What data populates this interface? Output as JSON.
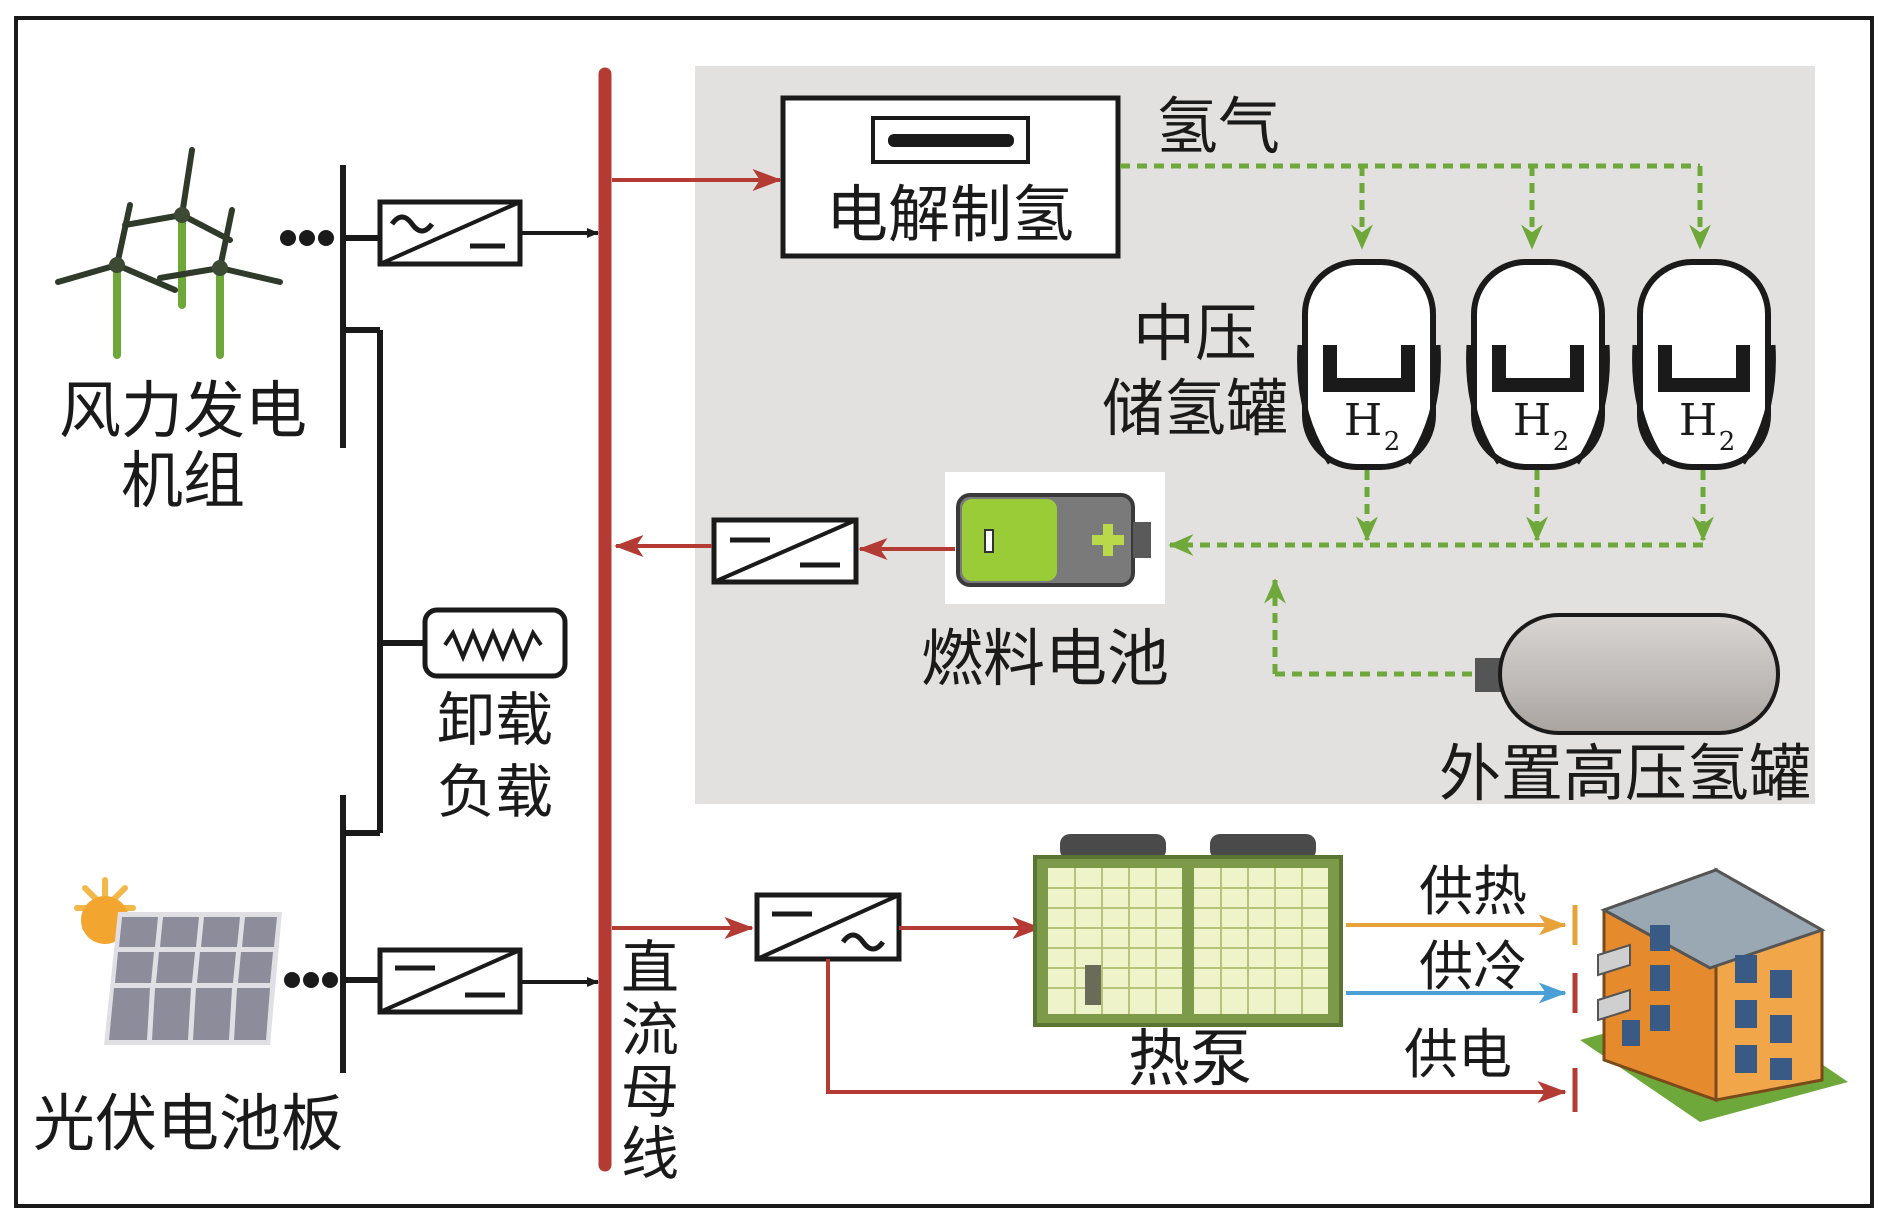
{
  "labels": {
    "wind": [
      "风力发电",
      "机组"
    ],
    "pv": "光伏电池板",
    "dump_load": [
      "卸载",
      "负载"
    ],
    "dc_bus": [
      "直",
      "流",
      "母",
      "线"
    ],
    "electrolyzer": "电解制氢",
    "hydrogen_gas": "氢气",
    "mp_storage": [
      "中压",
      "储氢罐"
    ],
    "tank_mark": "H",
    "tank_mark_sub": "2",
    "fuel_cell": "燃料电池",
    "hp_tank": "外置高压氢罐",
    "heat_pump": "热泵",
    "heat_supply": "供热",
    "cool_supply": "供冷",
    "power_supply": "供电"
  },
  "colors": {
    "bus_red": "#b33b34",
    "hydrogen_green": "#6fa83a",
    "heat_orange": "#e8a23a",
    "cool_blue": "#4a9fd6",
    "panel_gray": "#e3e1df"
  },
  "icons": {
    "wind": "wind-turbine-icon",
    "pv": "solar-panel-icon",
    "converter": "converter-icon",
    "resistor": "resistor-icon",
    "electrolyzer": "electrolyzer-icon",
    "tank": "hydrogen-tank-icon",
    "fuel_cell": "fuel-cell-battery-icon",
    "hp_tank": "hydrogen-cylinder-icon",
    "heat_pump": "heat-pump-icon",
    "building": "building-icon"
  }
}
